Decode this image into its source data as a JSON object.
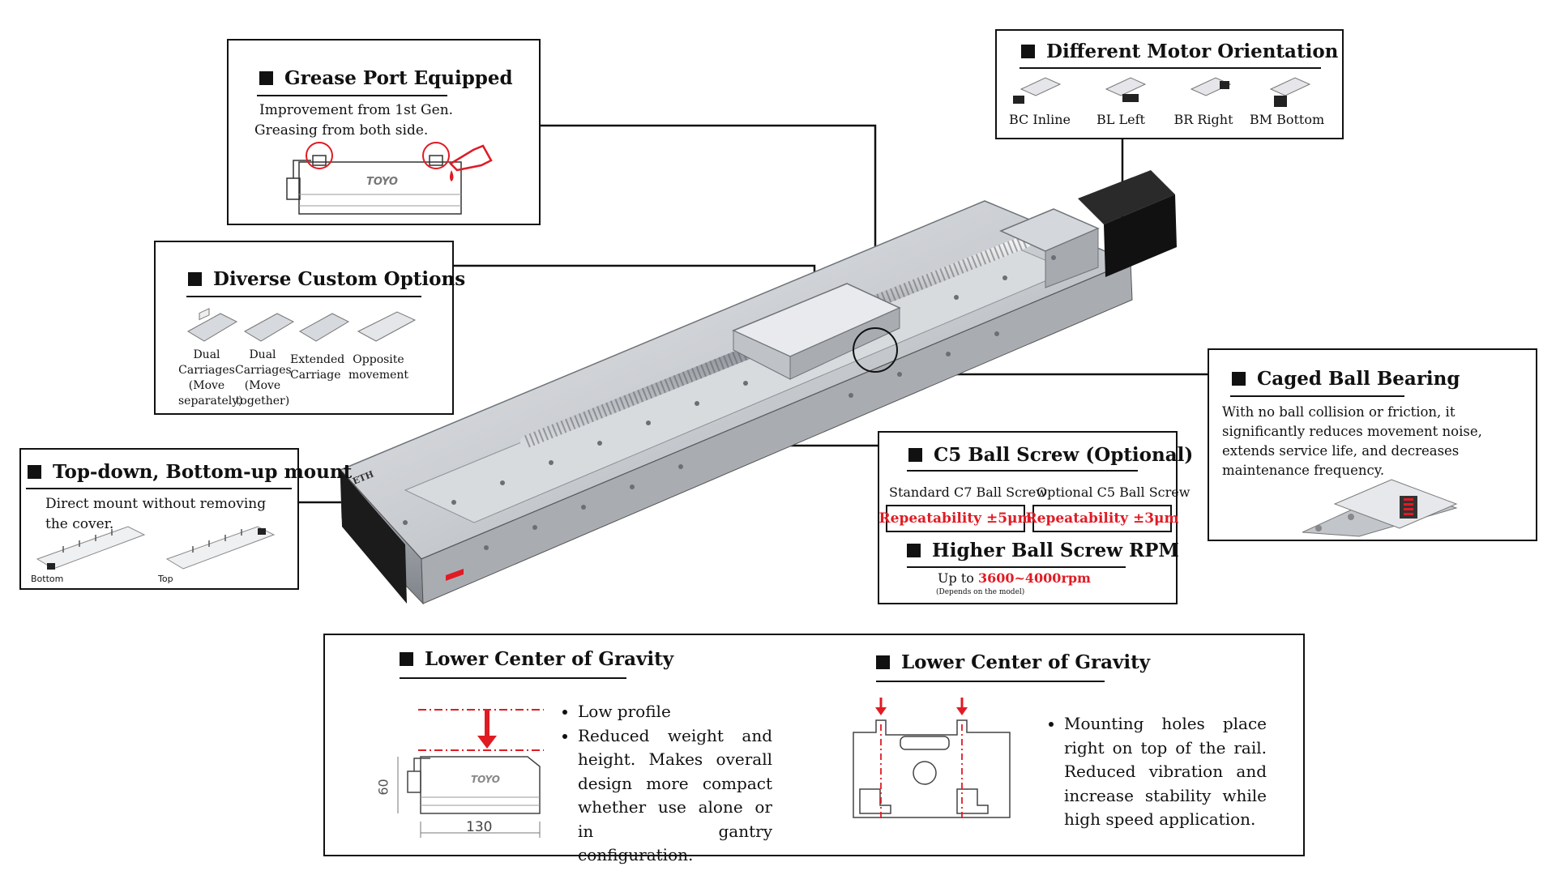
{
  "callouts": {
    "grease": {
      "title": "Grease Port Equipped",
      "text": "Improvement from 1st Gen. Greasing from both side.",
      "logo": "TOYO"
    },
    "custom": {
      "title": "Diverse Custom Options",
      "options": [
        {
          "label": "Dual Carriages (Move separately)"
        },
        {
          "label": "Dual Carriages (Move together)"
        },
        {
          "label": "Extended Carriage"
        },
        {
          "label": "Opposite movement"
        }
      ]
    },
    "mount": {
      "title": "Top-down, Bottom-up mount",
      "text": "Direct mount without removing the cover.",
      "label_bottom": "Bottom",
      "label_top": "Top"
    },
    "motor": {
      "title": "Different Motor Orientation",
      "options": [
        {
          "label": "BC Inline"
        },
        {
          "label": "BL Left"
        },
        {
          "label": "BR Right"
        },
        {
          "label": "BM Bottom"
        }
      ]
    },
    "bearing": {
      "title": "Caged Ball Bearing",
      "text": "With no ball collision or friction, it significantly reduces movement noise, extends service life, and decreases maintenance frequency."
    },
    "screw": {
      "title": "C5 Ball Screw (Optional)",
      "standard_label": "Standard C7 Ball Screw",
      "optional_label": "Optional C5 Ball Screw",
      "standard_value": "Repeatability ±5μm",
      "optional_value": "Repeatability ±3μm",
      "rpm_title": "Higher Ball Screw RPM",
      "rpm_prefix": "Up to ",
      "rpm_value": "3600~4000rpm",
      "rpm_note": "(Depends on the model)"
    }
  },
  "product": {
    "brand": "ETH"
  },
  "bottom": {
    "left": {
      "title": "Lower Center of Gravity",
      "bullets": [
        "Low profile",
        "Reduced weight and height. Makes overall design more compact whether use alone or in gantry configuration."
      ],
      "dim_height": "60",
      "dim_width": "130",
      "logo": "TOYO"
    },
    "right": {
      "title": "Lower Center of Gravity",
      "bullets": [
        "Mounting holes place right on top of the rail. Reduced vibration and increase stability while high speed application."
      ]
    }
  },
  "colors": {
    "accent": "#e01b24",
    "line": "#111111",
    "aluminium": "#c9ccd0"
  }
}
